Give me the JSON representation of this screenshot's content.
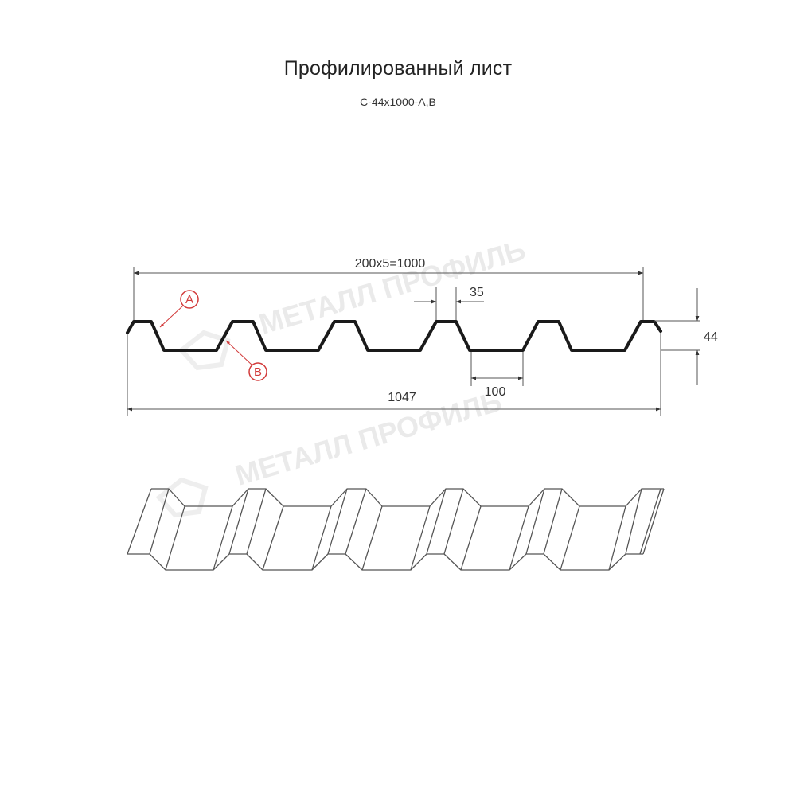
{
  "header": {
    "title": "Профилированный лист",
    "subtitle": "С-44х1000-А,В"
  },
  "dimensions": {
    "working_width": "200x5=1000",
    "crest_width": "35",
    "valley_width": "100",
    "total_width": "1047",
    "height": "44"
  },
  "labels": {
    "side_a": "A",
    "side_b": "B"
  },
  "watermark": {
    "text": "МЕТАЛЛ ПРОФИЛЬ"
  },
  "colors": {
    "profile": "#1a1a1a",
    "dimension_line": "#555555",
    "callout": "#d23a3a",
    "iso_line": "#555555",
    "watermark": "#d9d9d9"
  }
}
